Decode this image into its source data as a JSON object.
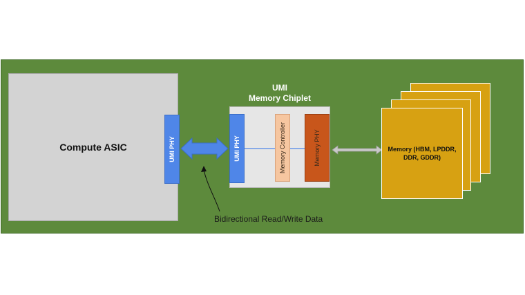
{
  "compute_asic": {
    "label": "Compute ASIC"
  },
  "umi_phy_left": {
    "label": "UMI PHY"
  },
  "chiplet": {
    "title_line1": "UMI",
    "title_line2": "Memory Chiplet",
    "umi_phy_label": "UMI PHY",
    "memory_controller_label": "Memory Controller",
    "memory_phy_label": "Memory PHY"
  },
  "memory": {
    "label": "Memory (HBM, LPDDR, DDR, GDDR)"
  },
  "caption": "Bidirectional Read/Write Data",
  "colors": {
    "board": "#5d8a3c",
    "asic": "#d3d3d3",
    "phy": "#4f86e8",
    "memory_controller": "#f6c6a0",
    "memory_phy": "#c8561b",
    "memory": "#d7a112"
  }
}
